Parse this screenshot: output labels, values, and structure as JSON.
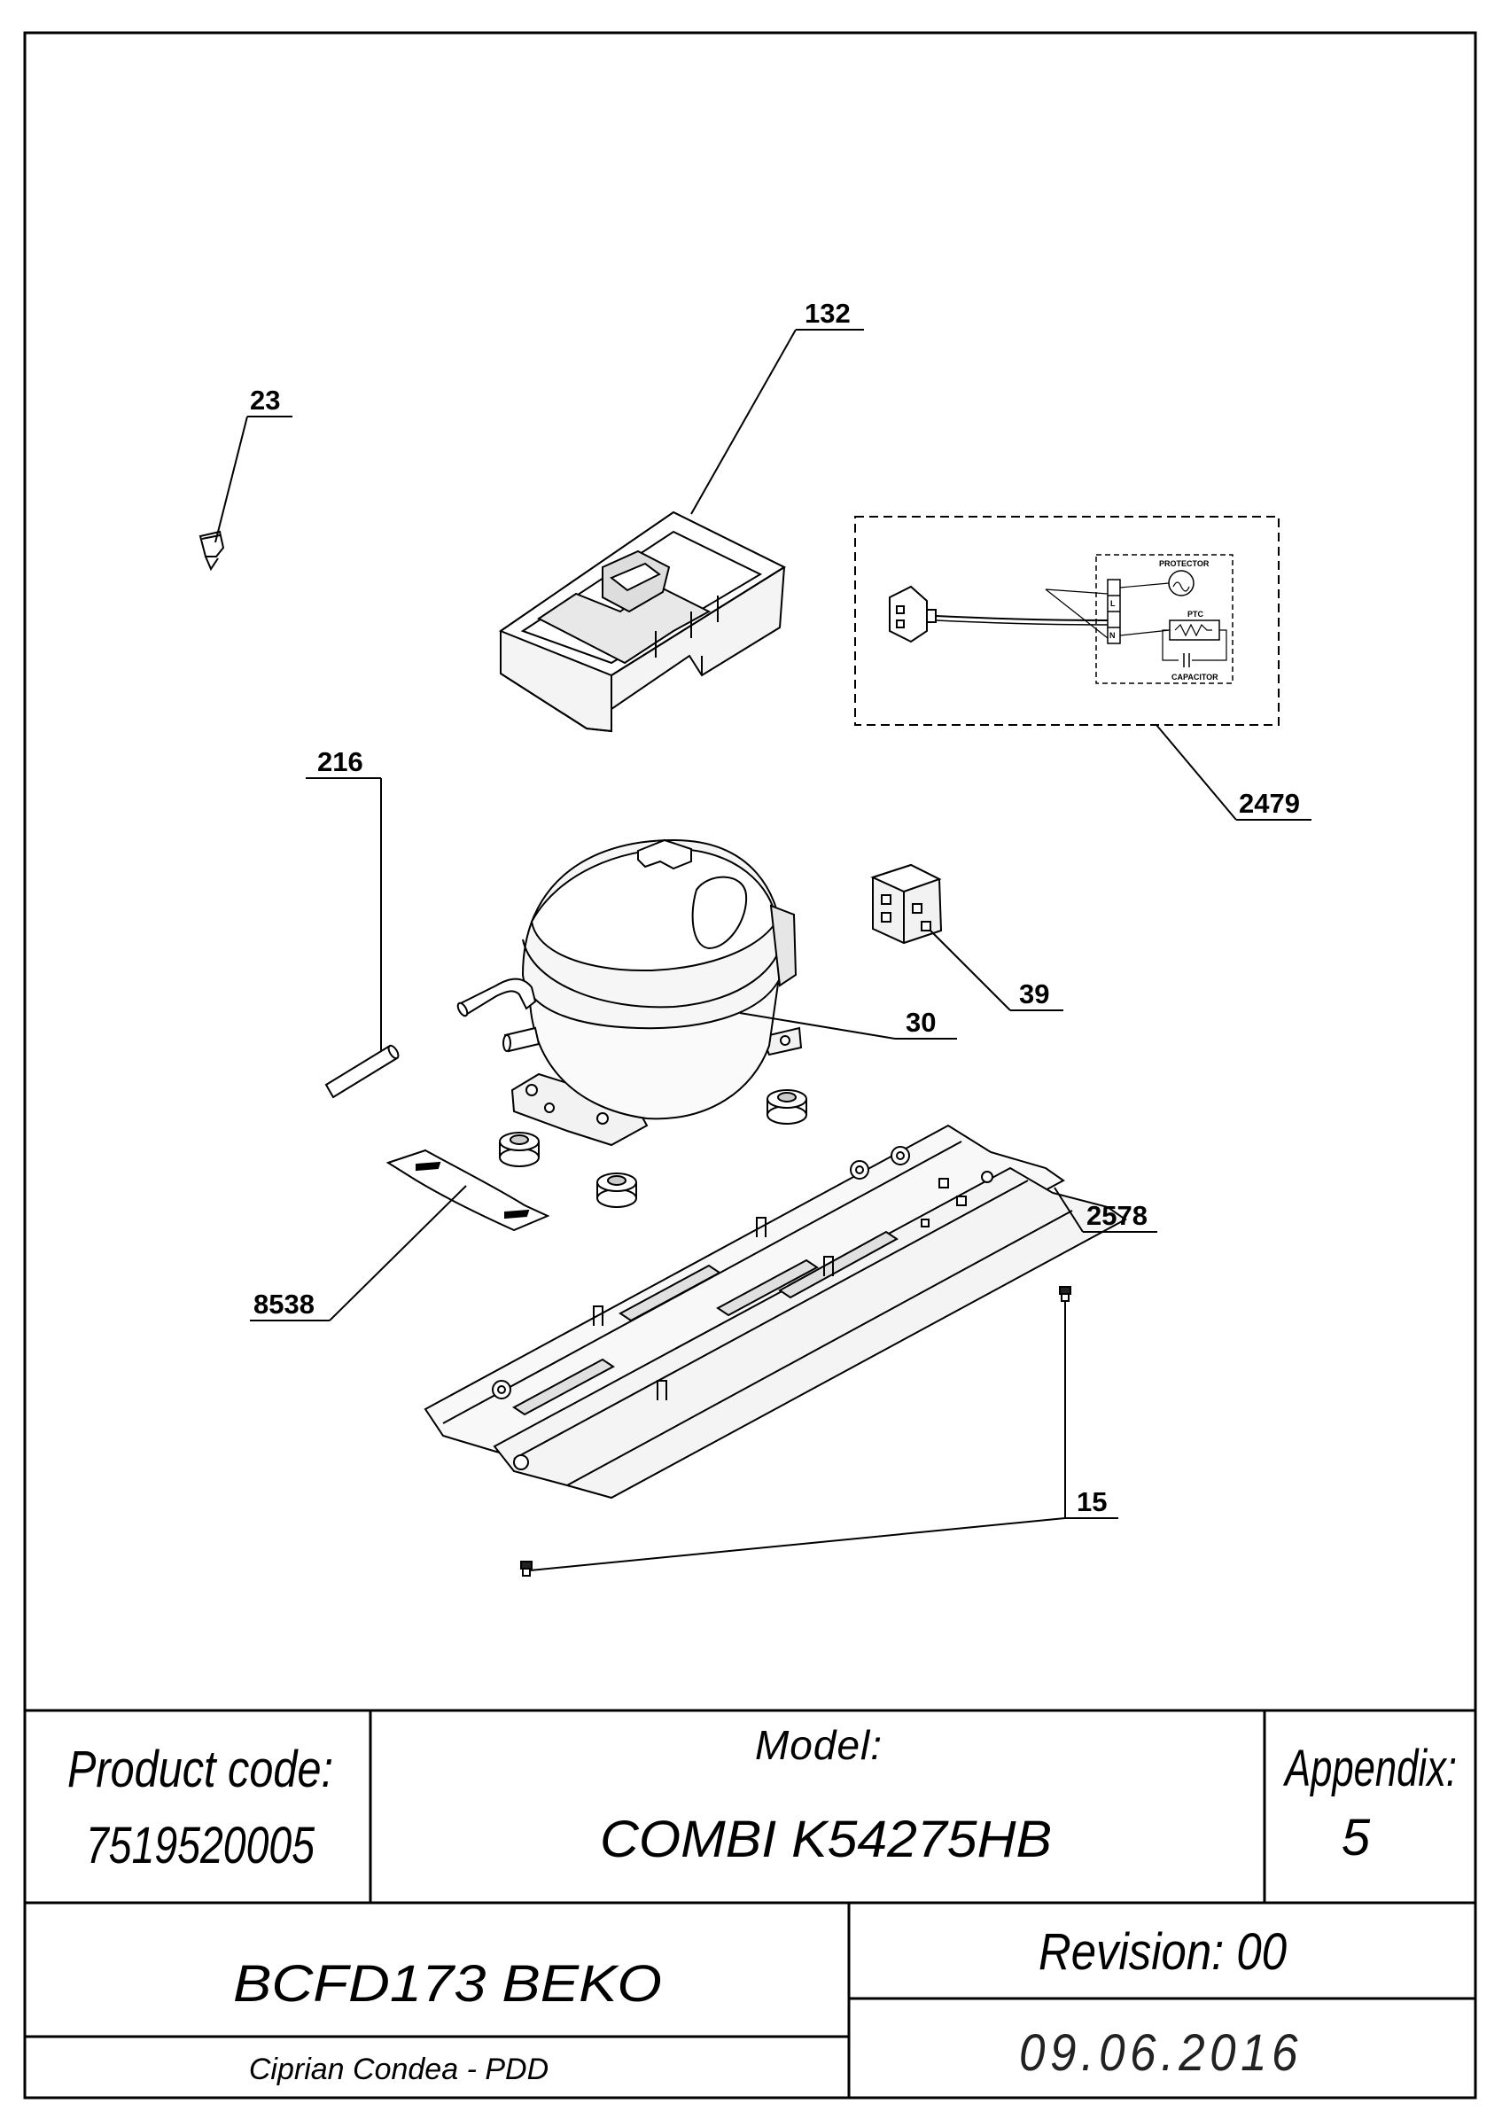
{
  "parts": {
    "p132": "132",
    "p23": "23",
    "p216": "216",
    "p2479": "2479",
    "p39": "39",
    "p30": "30",
    "p2578": "2578",
    "p8538": "8538",
    "p15": "15"
  },
  "wiring": {
    "protector": "PROTECTOR",
    "ptc": "PTC",
    "capacitor": "CAPACITOR",
    "terminal_l": "L",
    "terminal_n": "N"
  },
  "title_block": {
    "product_code_label": "Product code:",
    "product_code": "7519520005",
    "model_label": "Model:",
    "model": "COMBI K54275HB",
    "appendix_label": "Appendix:",
    "appendix": "5",
    "name": "BCFD173 BEKO",
    "revision": "Revision: 00",
    "author": "Ciprian Condea - PDD",
    "date": "09.06.2016"
  }
}
